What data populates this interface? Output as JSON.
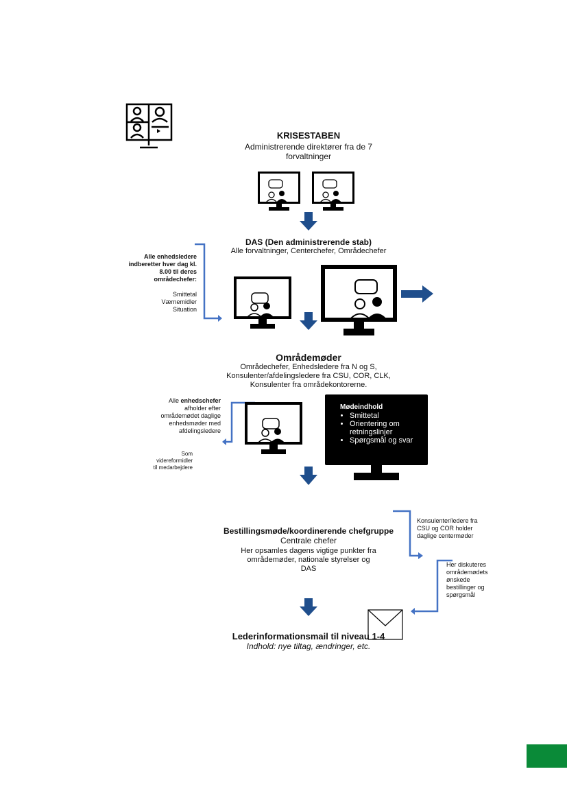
{
  "krisestaben": {
    "title": "KRISESTABEN",
    "sub1": "Administrerende direktører fra de 7",
    "sub2": "forvaltninger"
  },
  "das": {
    "title": "DAS (Den administrerende stab)",
    "sub": "Alle forvaltninger, Centerchefer, Områdechefer"
  },
  "left_note": {
    "bold_lines": [
      "Alle enhedsledere",
      "indberetter hver dag kl.",
      "8.00 til deres",
      "områdechefer:"
    ],
    "items": [
      "Smittetal",
      "Værnemidler",
      "Situation"
    ]
  },
  "omraade": {
    "title": "Områdemøder",
    "lines": [
      "Områdechefer, Enhedsledere fra N og S,",
      "Konsulenter/afdelingsledere fra CSU, COR, CLK,",
      "Konsulenter fra områdekontorerne."
    ]
  },
  "enhedschefer_note": {
    "pre": "Alle ",
    "bold": "enhedschefer",
    "lines": [
      "afholder efter",
      "områdemødet daglige",
      "enhedsmøder med",
      "afdelingsledere"
    ]
  },
  "videre_note": {
    "lines": [
      "Som",
      "videreformidler",
      "til medarbejdere"
    ]
  },
  "moedeindhold": {
    "title": "Mødeindhold",
    "items": [
      "Smittetal",
      "Orientering om retningslinjer",
      "Spørgsmål og svar"
    ]
  },
  "bestilling": {
    "title": "Bestillingsmøde/koordinerende chefgruppe",
    "sub": "Centrale chefer",
    "lines": [
      "Her opsamles dagens vigtige punkter fra",
      "områdemøder, nationale styrelser og",
      "DAS"
    ]
  },
  "konsulenter_note": {
    "lines": [
      "Konsulenter/ledere fra",
      "CSU og COR holder",
      "daglige centermøder"
    ]
  },
  "diskuteres_note": {
    "lines": [
      "Her diskuteres",
      "områdemødets",
      "ønskede",
      "bestillinger og",
      "spørgsmål"
    ]
  },
  "ledermail": {
    "title": "Lederinformationsmail til niveau 1-4",
    "sub": "Indhold: nye tiltag, ændringer, etc."
  },
  "icons": [
    "video-conference-icon",
    "monitor-meeting-icon",
    "down-arrow-icon",
    "right-arrow-icon",
    "envelope-icon"
  ],
  "colors": {
    "arrow": "#1f4e8c",
    "connector": "#4472c4",
    "corner_tab": "#0a8a38",
    "monitor": "#000000"
  }
}
